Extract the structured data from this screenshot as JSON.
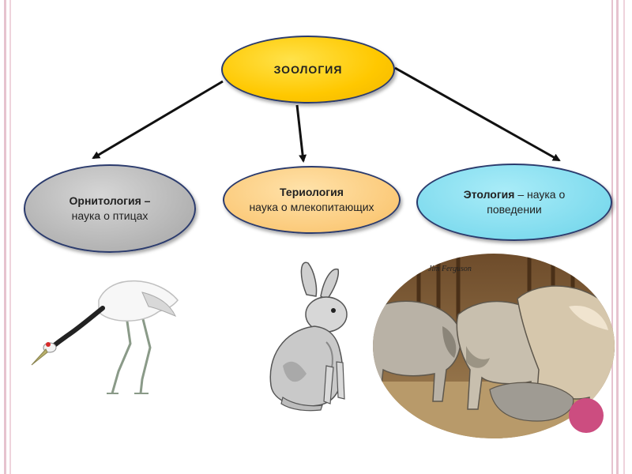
{
  "diagram": {
    "root": {
      "label": "ЗООЛОГИЯ"
    },
    "children": [
      {
        "id": "ornith",
        "label_bold": "Орнитология –",
        "label_rest": "наука о птицах",
        "color": "#b3b3b3"
      },
      {
        "id": "theri",
        "label_bold": "Териология",
        "label_rest": "наука о млекопитающих",
        "color": "#fbca7a"
      },
      {
        "id": "etho",
        "label_bold": "Этология",
        "label_rest": " – наука о поведении",
        "color": "#7fdbee"
      }
    ],
    "root_color": "#ffc800",
    "border_color": "#2b3b6d"
  },
  "images": {
    "crane": "crane-illustration",
    "hare": "hare-drawing",
    "wolves": "wolves-photo",
    "wolves_watermark": "Jim Ferguson"
  },
  "theme": {
    "stripe_color": "#e6c3cf",
    "accent_dot": "#cc4d80"
  }
}
